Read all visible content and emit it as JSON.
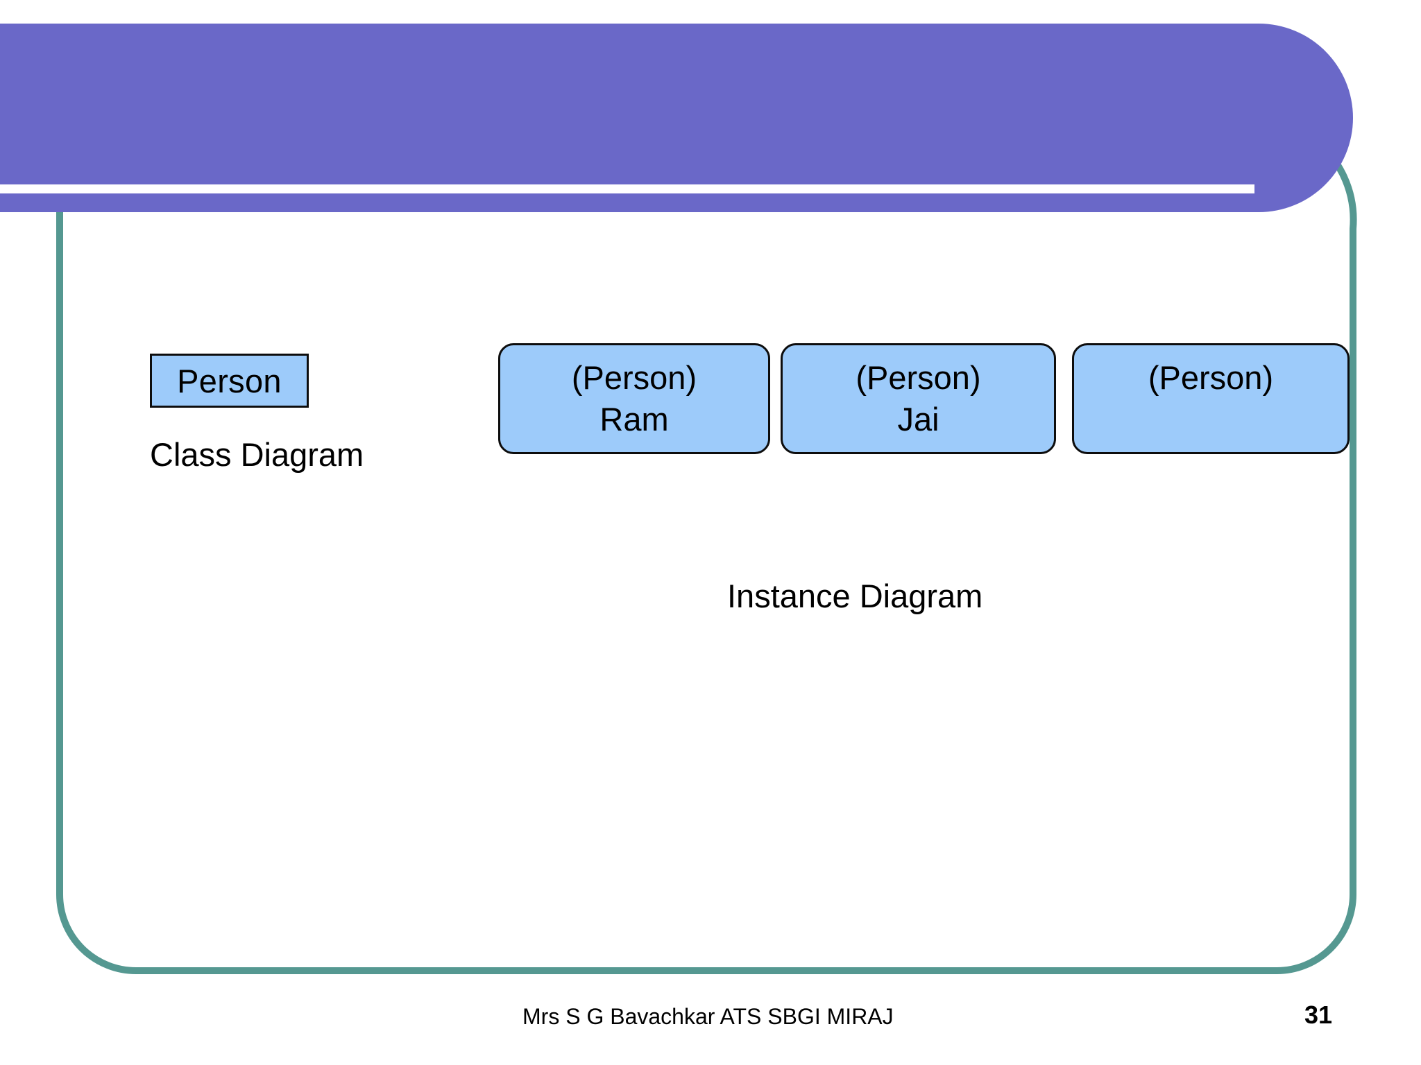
{
  "slide": {
    "title_bar_label": "",
    "colors": {
      "banner_purple": "#6A68C8",
      "frame_teal": "#559891",
      "box_fill_blue": "#9DCBFA",
      "box_border_black": "#0D0D0D",
      "text_black": "#000000",
      "stripe_white": "#FFFFFF"
    }
  },
  "class_diagram": {
    "box_label": "Person",
    "caption": "Class Diagram"
  },
  "instance_diagram": {
    "caption": "Instance Diagram",
    "boxes": [
      {
        "type_label": "(Person)",
        "instance_label": "Ram"
      },
      {
        "type_label": "(Person)",
        "instance_label": "Jai"
      },
      {
        "type_label": "(Person)",
        "instance_label": ""
      }
    ]
  },
  "footer": {
    "credit": "Mrs S G Bavachkar ATS SBGI MIRAJ",
    "page_number": "31"
  }
}
